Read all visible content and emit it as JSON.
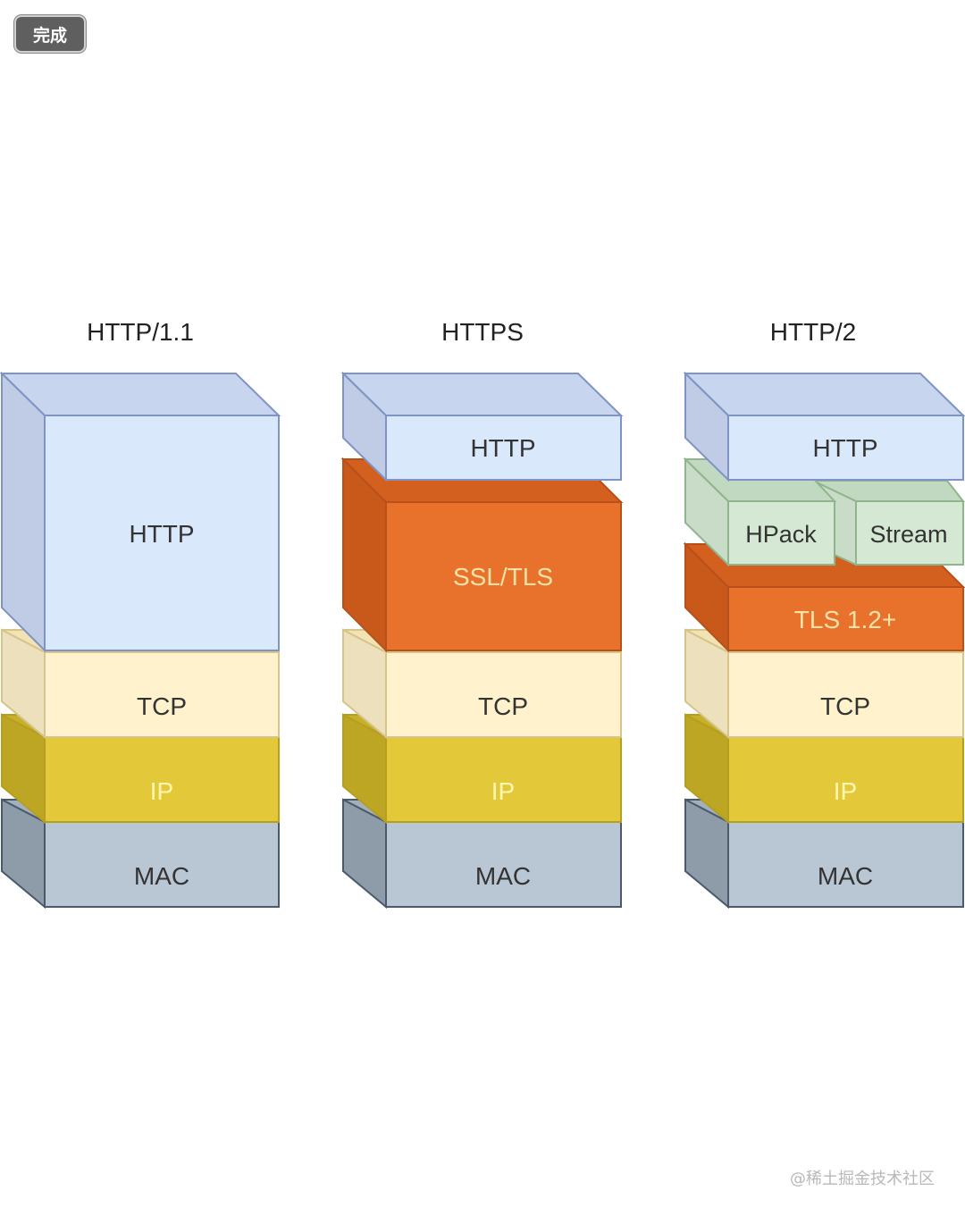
{
  "toolbar": {
    "done_label": "完成"
  },
  "diagram": {
    "columns": [
      {
        "title": "HTTP/1.1",
        "layers": [
          "HTTP",
          "TCP",
          "IP",
          "MAC"
        ]
      },
      {
        "title": "HTTPS",
        "layers": [
          "HTTP",
          "SSL/TLS",
          "TCP",
          "IP",
          "MAC"
        ]
      },
      {
        "title": "HTTP/2",
        "layers": [
          "HTTP",
          "HPack",
          "Stream",
          "TLS 1.2+",
          "TCP",
          "IP",
          "MAC"
        ]
      }
    ],
    "colors": {
      "http": "#dae8fc",
      "tls": "#e8722c",
      "hpack": "#d5e8d4",
      "tcp": "#fff2cc",
      "ip": "#e3c93a",
      "mac": "#b9c6d3"
    }
  },
  "watermark": "@稀土掘金技术社区"
}
